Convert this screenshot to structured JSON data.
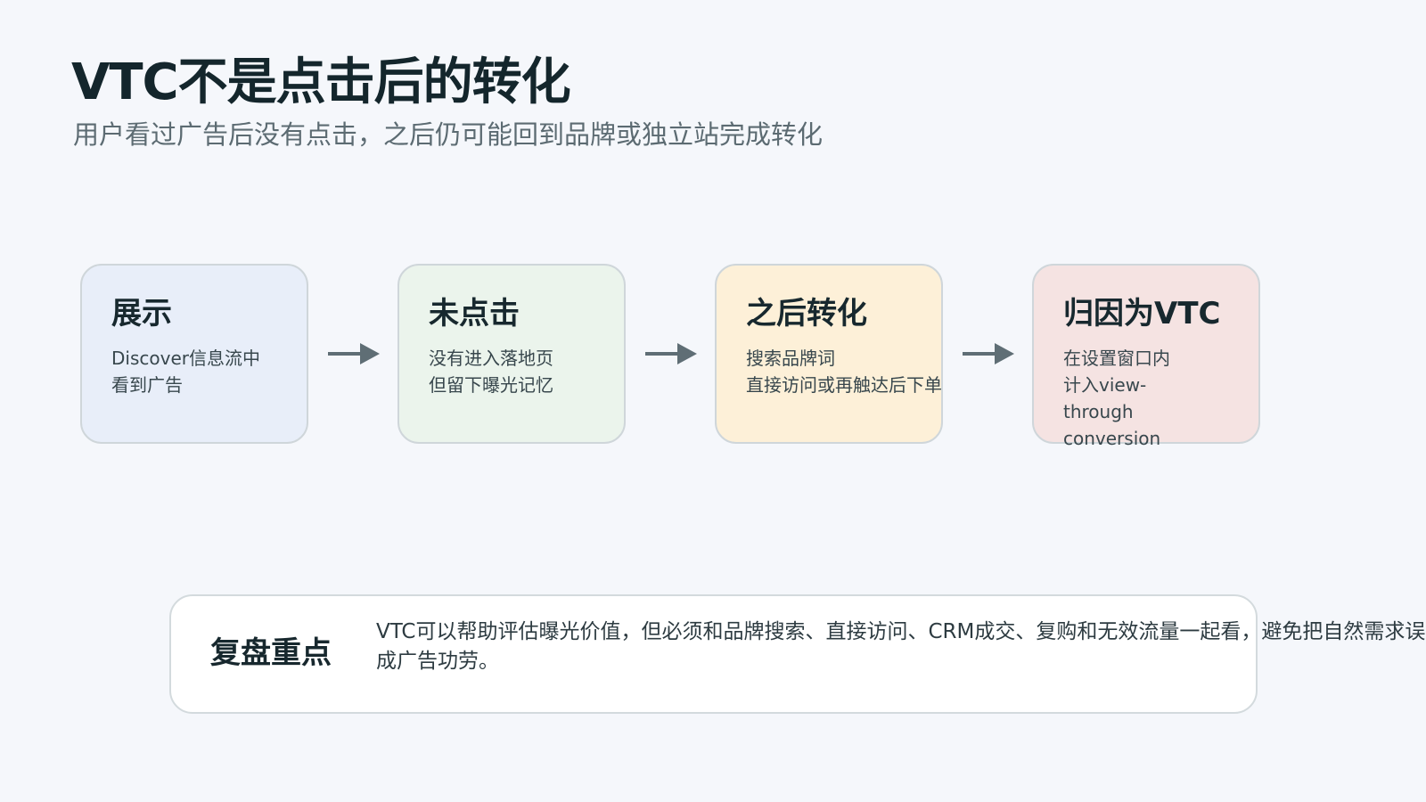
{
  "title": "VTC不是点击后的转化",
  "subtitle": "用户看过广告后没有点击，之后仍可能回到品牌或独立站完成转化",
  "steps": [
    {
      "title": "展示",
      "lines": [
        "Discover信息流中",
        "看到广告"
      ],
      "bg": "#e8eef9"
    },
    {
      "title": "未点击",
      "lines": [
        "没有进入落地页",
        "但留下曝光记忆"
      ],
      "bg": "#ebf4ec"
    },
    {
      "title": "之后转化",
      "lines": [
        "搜索品牌词",
        "直接访问或再触达后下单"
      ],
      "bg": "#fdf0d8"
    },
    {
      "title": "归因为VTC",
      "lines": [
        "在设置窗口内",
        "计入view-",
        "through",
        "conversion"
      ],
      "bg": "#f5e3e2"
    }
  ],
  "callout": {
    "label": "复盘重点",
    "lines": [
      "VTC可以帮助评估曝光价值，但必须和品牌搜索、直接访问、CRM成交、复购和无效流量一起看，避免把自然需求误判",
      "成广告功劳。"
    ]
  },
  "colors": {
    "arrow": "#5f6e75",
    "border": "#cfd6da"
  }
}
